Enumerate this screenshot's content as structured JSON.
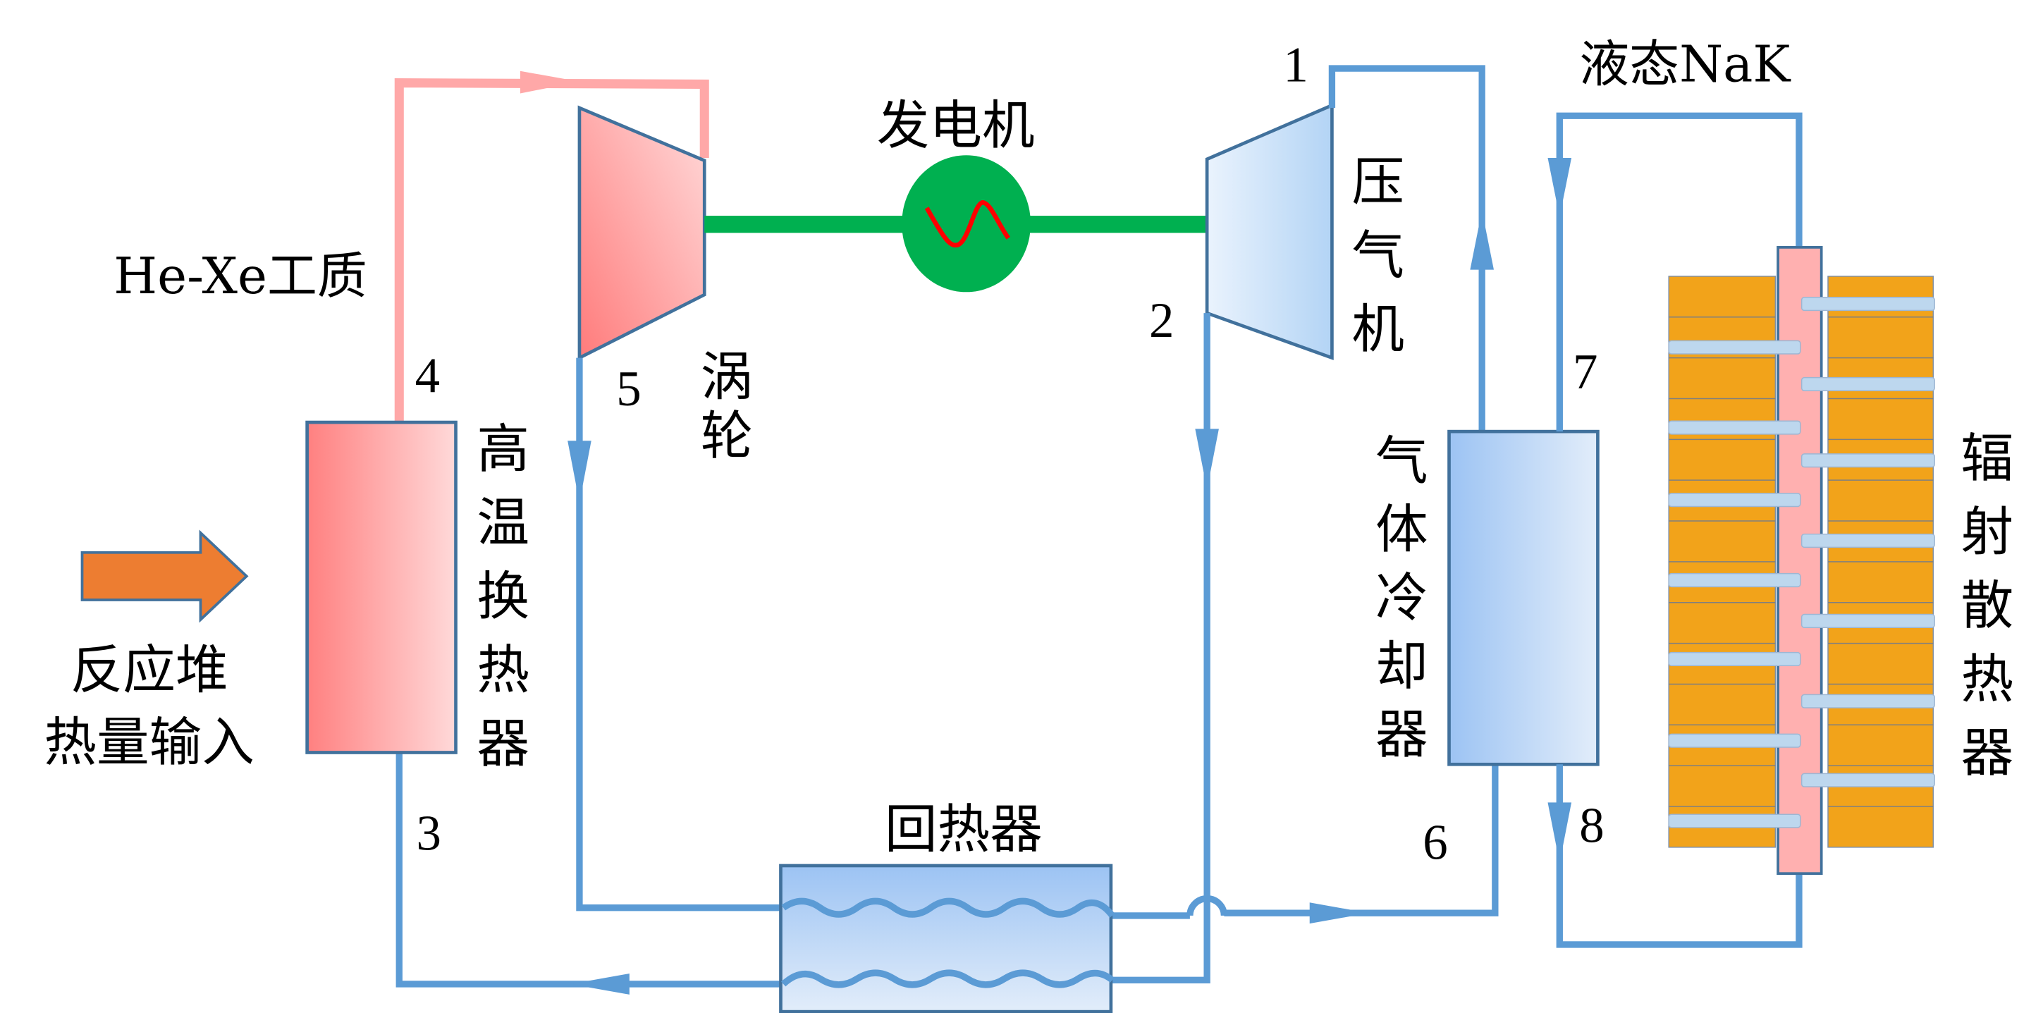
{
  "labels": {
    "generator": "发电机",
    "working_fluid": "He-Xe工质",
    "liquid_nak": "液态NaK",
    "turbine": [
      "涡",
      "轮"
    ],
    "compressor": [
      "压",
      "气",
      "机"
    ],
    "high_temp_hx": [
      "高",
      "温",
      "换",
      "热",
      "器"
    ],
    "gas_cooler": [
      "气",
      "体",
      "冷",
      "却",
      "器"
    ],
    "radiator": [
      "辐",
      "射",
      "散",
      "热",
      "器"
    ],
    "recuperator": "回热器",
    "reactor_input_line1": "反应堆",
    "reactor_input_line2": "热量输入"
  },
  "state_points": [
    "1",
    "2",
    "3",
    "4",
    "5",
    "6",
    "7",
    "8"
  ],
  "colors": {
    "hot_pipe": "#ffa8a8",
    "cold_pipe": "#5b9bd5",
    "shaft": "#00b050",
    "generator_wave": "#ff0000",
    "heat_arrow": "#ed7d31",
    "radiator_panel": "#f2a31a",
    "radiator_tube": "#ffb0b0",
    "fin": "#bdd7ee",
    "outline": "#41719c"
  }
}
